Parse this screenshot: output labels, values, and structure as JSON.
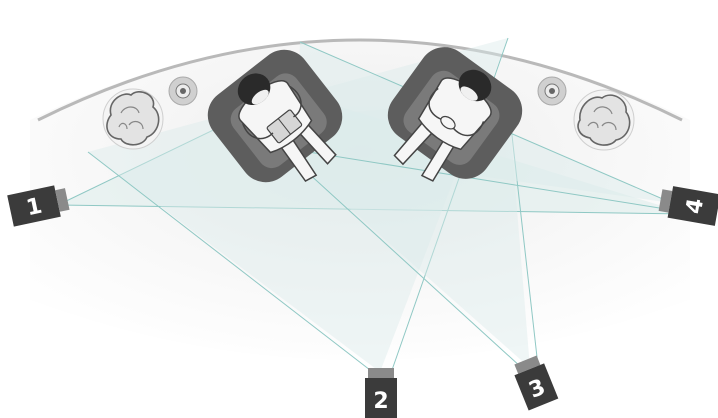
{
  "cameras": [
    {
      "id": "camera-1",
      "label": "1"
    },
    {
      "id": "camera-2",
      "label": "2"
    },
    {
      "id": "camera-3",
      "label": "3"
    },
    {
      "id": "camera-4",
      "label": "4"
    }
  ],
  "colors": {
    "background": "#ffffff",
    "wall_arc": "#b9b9b9",
    "floor": "#f3f3f3",
    "view_fill": "#e4efee",
    "view_line": "#8fc8c4",
    "camera_body": "#3b3b3b",
    "camera_lens": "#8a8a8a",
    "chair": "#5d5d5d",
    "chair_seat": "#777777",
    "person_hair": "#2a2a2a",
    "person_clothes": "#f6f6f6",
    "person_outline": "#444444",
    "plant": "#e2e2e2",
    "plant_outline": "#666666",
    "speaker": "#bdbdbd",
    "speaker_center": "#666666"
  },
  "icons": {
    "plant_left": "potted-plant-icon",
    "plant_right": "potted-plant-icon",
    "speaker_left": "speaker-icon",
    "speaker_right": "speaker-icon",
    "person_left": "seated-person-reading-icon",
    "person_right": "seated-person-icon"
  }
}
